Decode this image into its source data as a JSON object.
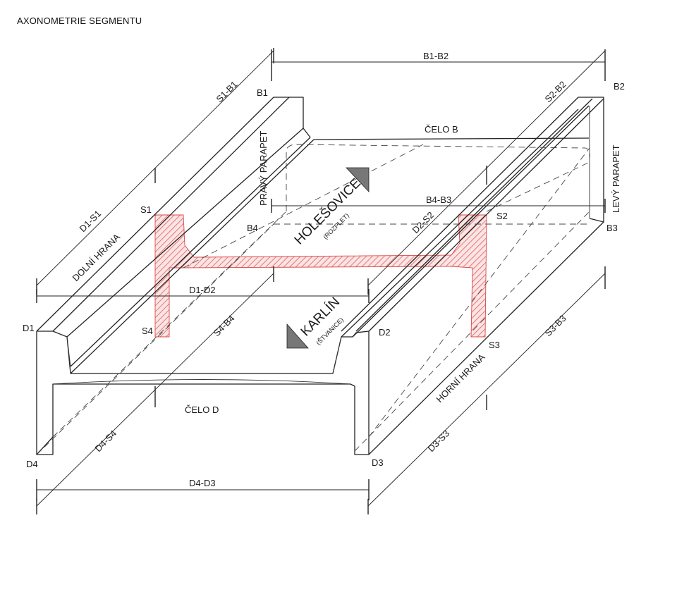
{
  "title": "AXONOMETRIE SEGMENTU",
  "corners": {
    "b1": "B1",
    "b2": "B2",
    "b3": "B3",
    "b4": "B4",
    "d1": "D1",
    "d2": "D2",
    "d3": "D3",
    "d4": "D4",
    "s1": "S1",
    "s2": "S2",
    "s3": "S3",
    "s4": "S4"
  },
  "dimensions": {
    "b1_b2": "B1-B2",
    "s1_b1": "S1-B1",
    "s2_b2": "S2-B2",
    "d1_s1": "D1-S1",
    "d2_s2": "D2-S2",
    "b4_b3": "B4-B3",
    "d1_d2": "D1-D2",
    "s4_b4": "S4-B4",
    "s3_b3": "S3-B3",
    "d4_s4": "D4-S4",
    "d3_s3": "D3-S3",
    "d4_d3": "D4-D3"
  },
  "labels": {
    "celo_b": "ČELO B",
    "celo_d": "ČELO D",
    "pravy_parapet": "PRAVÝ PARAPET",
    "levy_parapet": "LEVÝ PARAPET",
    "dolni_hrana": "DOLNÍ HRANA",
    "horni_hrana": "HORNÍ HRANA",
    "holesovice": "HOLEŠOVICE",
    "holesovice_sub": "(ROZPLET)",
    "karlin": "KARLÍN",
    "karlin_sub": "(ŠTVANICE)"
  },
  "colors": {
    "section": "#d94040",
    "lines": "#222222"
  }
}
